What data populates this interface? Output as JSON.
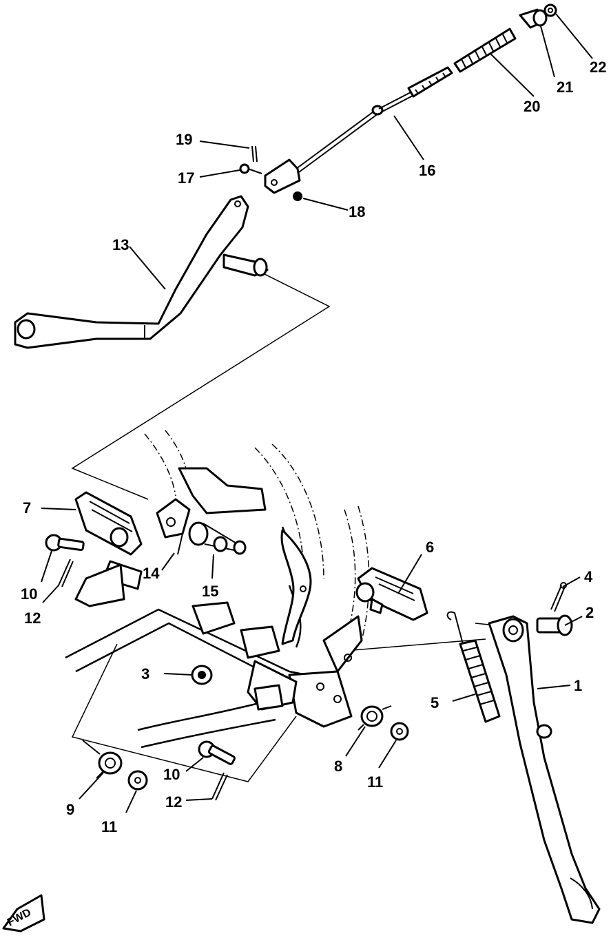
{
  "callouts": [
    {
      "id": "1",
      "text": "1"
    },
    {
      "id": "2",
      "text": "2"
    },
    {
      "id": "3",
      "text": "3"
    },
    {
      "id": "4",
      "text": "4"
    },
    {
      "id": "5",
      "text": "5"
    },
    {
      "id": "6",
      "text": "6"
    },
    {
      "id": "7",
      "text": "7"
    },
    {
      "id": "8",
      "text": "8"
    },
    {
      "id": "9",
      "text": "9"
    },
    {
      "id": "10a",
      "text": "10"
    },
    {
      "id": "10b",
      "text": "10"
    },
    {
      "id": "11a",
      "text": "11"
    },
    {
      "id": "11b",
      "text": "11"
    },
    {
      "id": "12a",
      "text": "12"
    },
    {
      "id": "12b",
      "text": "12"
    },
    {
      "id": "13",
      "text": "13"
    },
    {
      "id": "14",
      "text": "14"
    },
    {
      "id": "15",
      "text": "15"
    },
    {
      "id": "16",
      "text": "16"
    },
    {
      "id": "17",
      "text": "17"
    },
    {
      "id": "18",
      "text": "18"
    },
    {
      "id": "19",
      "text": "19"
    },
    {
      "id": "20",
      "text": "20"
    },
    {
      "id": "21",
      "text": "21"
    },
    {
      "id": "22",
      "text": "22"
    }
  ],
  "direction_marker": "FWD"
}
